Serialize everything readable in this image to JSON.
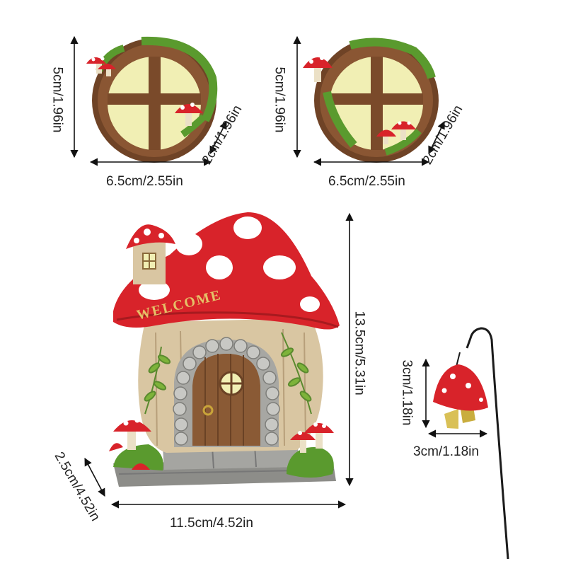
{
  "window_small": {
    "height_label": "5cm/1.96in",
    "width_label": "6.5cm/2.55in",
    "depth_label": "2cm/1.96in"
  },
  "house": {
    "sign_text": "WELCOME",
    "height_label": "13.5cm/5.31in",
    "width_label": "11.5cm/4.52in",
    "depth_label": "2.5cm/4.52in"
  },
  "lantern": {
    "height_label": "3cm/1.18in",
    "width_label": "3cm/1.18in"
  },
  "colors": {
    "cap_red": "#d8232a",
    "spot_white": "#ffffff",
    "wood_brown": "#7a4a2a",
    "glass_yellow": "#f1efb4",
    "moss_green": "#5a9a2e",
    "stone_grey": "#9a9a96",
    "stem_beige": "#d9c6a2"
  }
}
